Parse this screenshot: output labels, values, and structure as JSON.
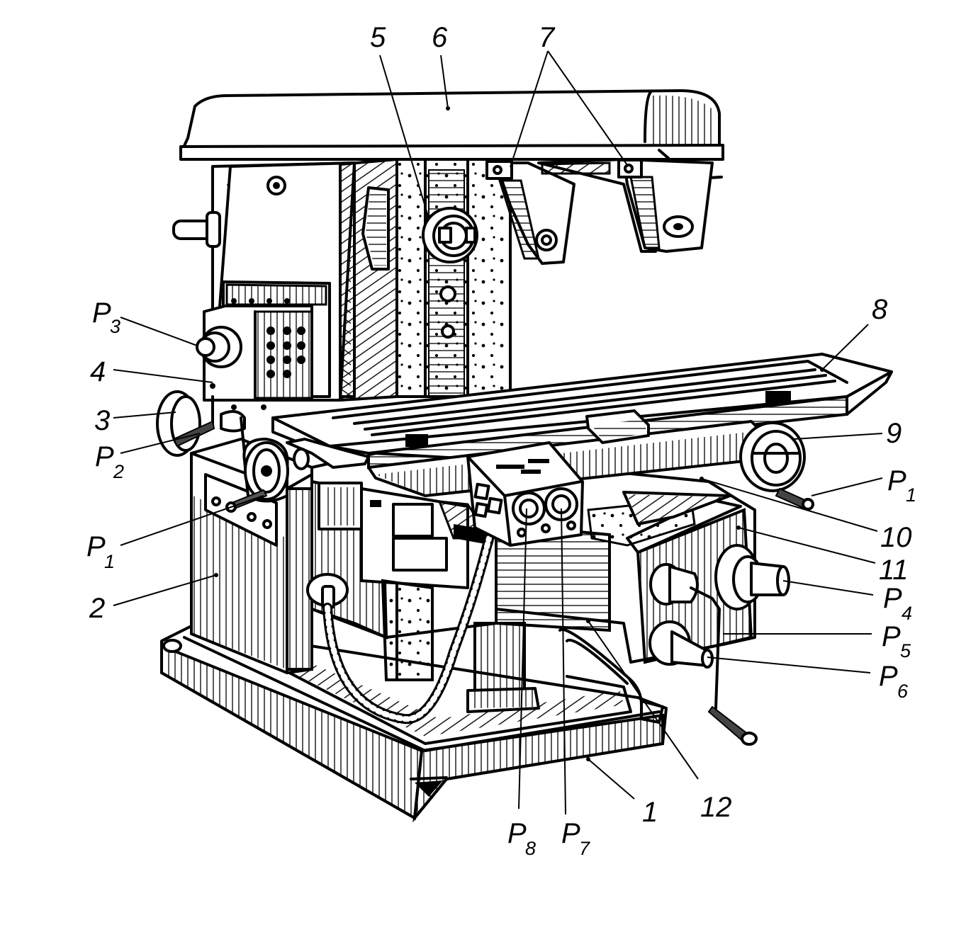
{
  "callouts": {
    "n1": "1",
    "n2": "2",
    "n3": "3",
    "n4": "4",
    "n5": "5",
    "n6": "6",
    "n7": "7",
    "n8": "8",
    "n9": "9",
    "n10": "10",
    "n11": "11",
    "n12": "12"
  },
  "handles": {
    "p1_left": {
      "letter": "P",
      "sub": "1"
    },
    "p1_right": {
      "letter": "P",
      "sub": "1"
    },
    "p2": {
      "letter": "P",
      "sub": "2"
    },
    "p3": {
      "letter": "P",
      "sub": "3"
    },
    "p4": {
      "letter": "P",
      "sub": "4"
    },
    "p5": {
      "letter": "P",
      "sub": "5"
    },
    "p6": {
      "letter": "P",
      "sub": "6"
    },
    "p7": {
      "letter": "P",
      "sub": "7"
    },
    "p8": {
      "letter": "P",
      "sub": "8"
    }
  }
}
